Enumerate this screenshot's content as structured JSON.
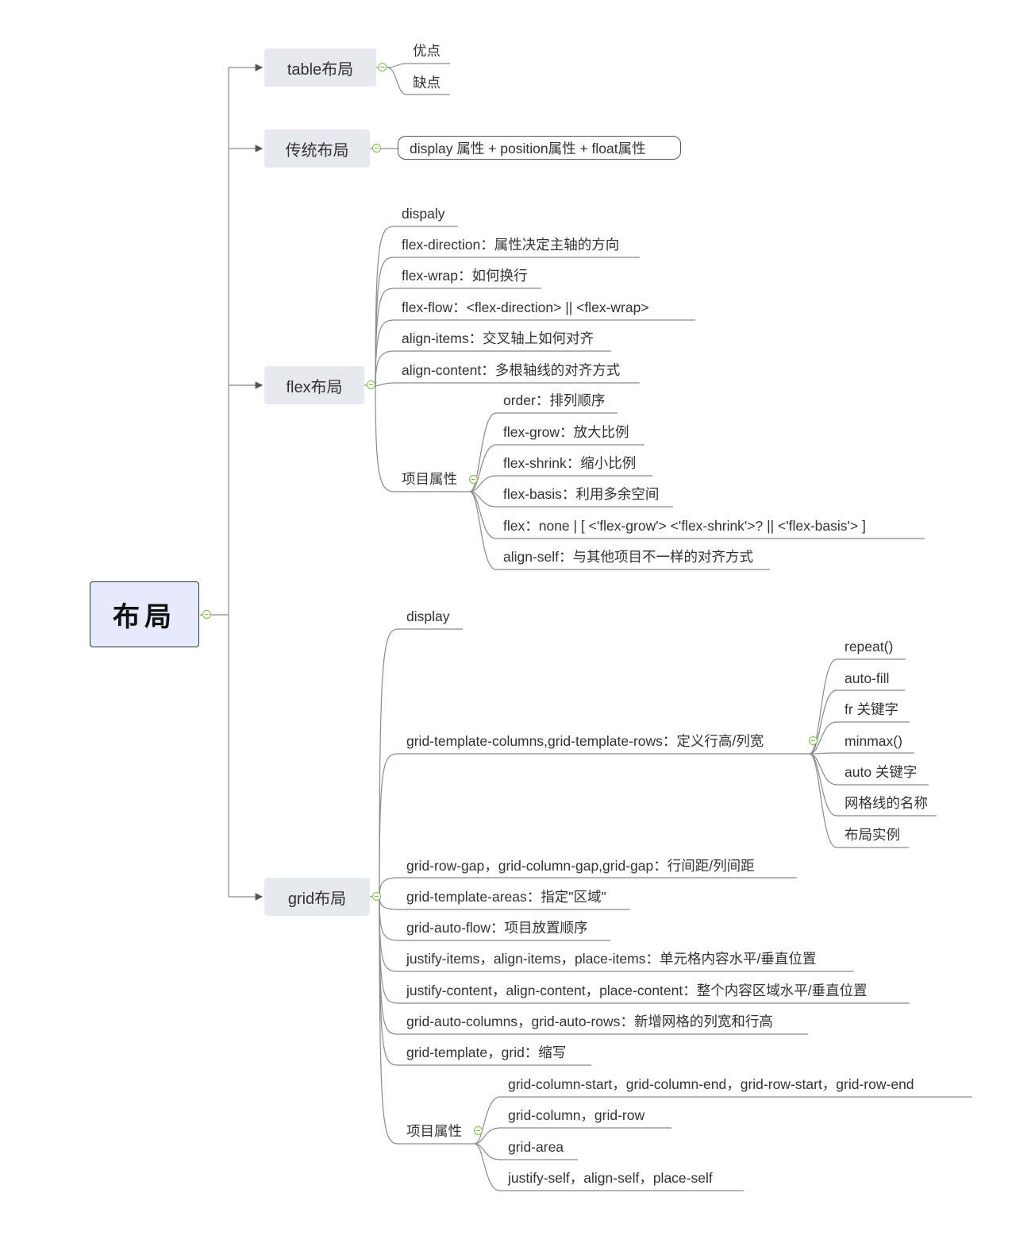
{
  "root": {
    "label": "布局"
  },
  "branches": {
    "table": {
      "label": "table布局",
      "children": [
        "优点",
        "缺点"
      ]
    },
    "traditional": {
      "label": "传统布局",
      "children": [
        "display 属性 + position属性 + float属性"
      ]
    },
    "flex": {
      "label": "flex布局",
      "children": [
        "dispaly",
        "flex-direction：属性决定主轴的方向",
        "flex-wrap：如何换行",
        "flex-flow：<flex-direction> || <flex-wrap>",
        "align-items：交叉轴上如何对齐",
        "align-content：多根轴线的对齐方式"
      ],
      "item_props": {
        "label": "项目属性",
        "children": [
          "order：排列顺序",
          "flex-grow：放大比例",
          "flex-shrink：缩小比例",
          "flex-basis：利用多余空间",
          "flex：none | [ <'flex-grow'> <'flex-shrink'>? || <'flex-basis'> ]",
          "align-self：与其他项目不一样的对齐方式"
        ]
      }
    },
    "grid": {
      "label": "grid布局",
      "display": "display",
      "template": {
        "label": "grid-template-columns,grid-template-rows：定义行高/列宽",
        "children": [
          "repeat()",
          "auto-fill",
          "fr 关键字",
          "minmax()",
          "auto 关键字",
          "网格线的名称",
          "布局实例"
        ]
      },
      "children": [
        "grid-row-gap，grid-column-gap,grid-gap：行间距/列间距",
        "grid-template-areas：指定\"区域\"",
        "grid-auto-flow：项目放置顺序",
        "justify-items，align-items，place-items：单元格内容水平/垂直位置",
        "justify-content，align-content，place-content：整个内容区域水平/垂直位置",
        "grid-auto-columns，grid-auto-rows：新增网格的列宽和行高",
        "grid-template，grid：缩写"
      ],
      "item_props": {
        "label": "项目属性",
        "children": [
          "grid-column-start，grid-column-end，grid-row-start，grid-row-end",
          "grid-column，grid-row",
          "grid-area",
          "justify-self，align-self，place-self"
        ]
      }
    }
  },
  "colors": {
    "line": "#7a7a7a",
    "toggle": "#7cbf3e",
    "root_fill": "#e6ebfb",
    "branch_fill": "#e8e9f0"
  }
}
